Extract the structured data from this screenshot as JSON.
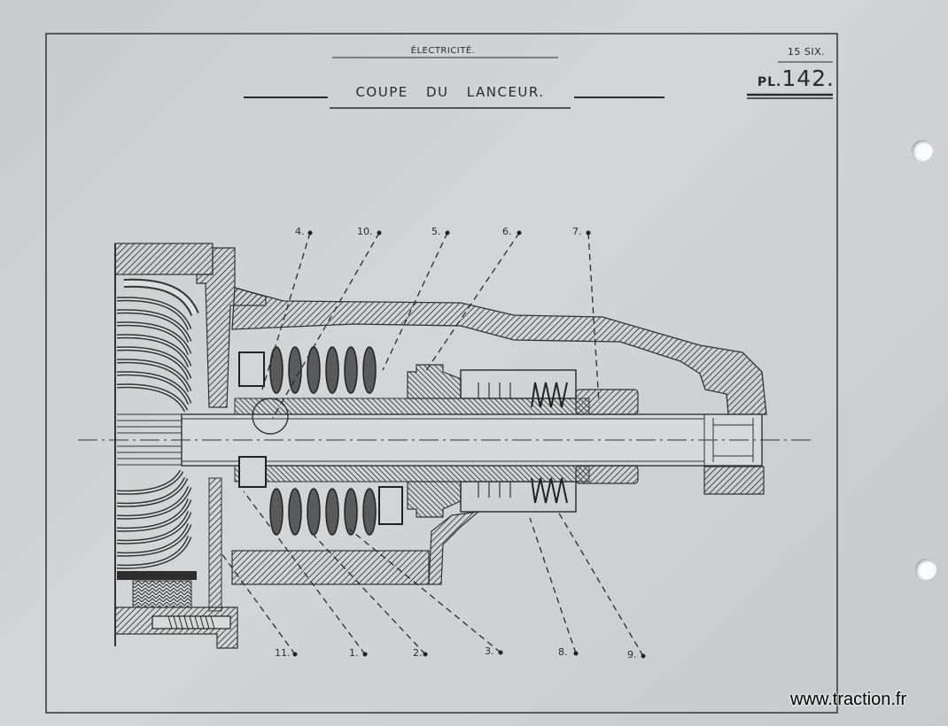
{
  "header": {
    "section": "ÉLECTRICITÉ.",
    "title": "COUPE DU LANCEUR.",
    "model": "15 SIX.",
    "plate_prefix": "PL.",
    "plate_number": "142."
  },
  "callouts": {
    "top": [
      "4.",
      "10.",
      "5.",
      "6.",
      "7."
    ],
    "bottom": [
      "11.",
      "1.",
      "2.",
      "3.",
      "8.",
      "9."
    ]
  },
  "watermark": "www.traction.fr",
  "colors": {
    "paper": "#cfd1d2",
    "ink": "#2b2b2b",
    "hole": "#fbfbfb"
  }
}
